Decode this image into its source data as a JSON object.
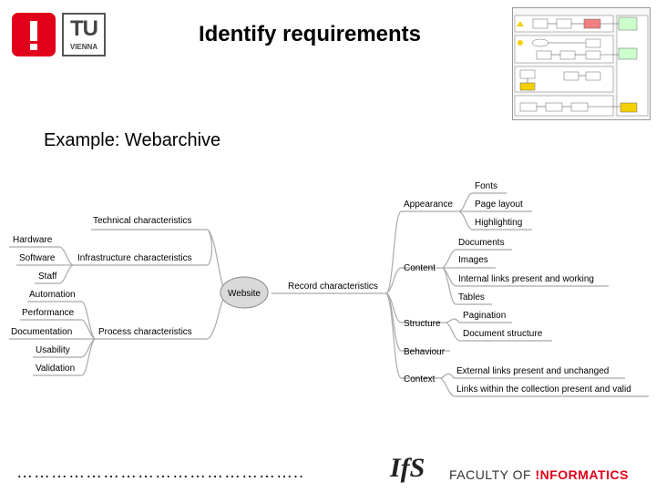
{
  "header": {
    "logo_text": "TU",
    "logo_subtext": "VIENNA",
    "title": "Identify requirements"
  },
  "subtitle": "Example: Webarchive",
  "mindmap": {
    "center": "Website",
    "left": [
      {
        "label": "Technical characteristics",
        "children": [
          {
            "label": "Hardware"
          },
          {
            "label": "Software"
          },
          {
            "label": "Staff"
          }
        ],
        "group_label": "Infrastructure characteristics"
      },
      {
        "label": "Process characteristics",
        "children": [
          {
            "label": "Automation"
          },
          {
            "label": "Performance"
          },
          {
            "label": "Documentation"
          },
          {
            "label": "Usability"
          },
          {
            "label": "Validation"
          }
        ]
      }
    ],
    "right_root": "Record characteristics",
    "right": [
      {
        "label": "Appearance",
        "children": [
          {
            "label": "Fonts"
          },
          {
            "label": "Page layout"
          },
          {
            "label": "Highlighting"
          }
        ]
      },
      {
        "label": "Content",
        "children": [
          {
            "label": "Documents"
          },
          {
            "label": "Images"
          },
          {
            "label": "Internal links present and working"
          },
          {
            "label": "Tables"
          }
        ]
      },
      {
        "label": "Structure",
        "children": [
          {
            "label": "Pagination"
          },
          {
            "label": "Document structure"
          }
        ]
      },
      {
        "label": "Behaviour",
        "children": []
      },
      {
        "label": "Context",
        "children": [
          {
            "label": "External links present and unchanged"
          },
          {
            "label": "Links within the collection present and valid"
          }
        ]
      }
    ]
  },
  "footer": {
    "dots": "…………………………………………..",
    "ifs_logo": "IfS",
    "faculty_word": "FACULTY",
    "of_word": "OF",
    "informatics_word": "!NFORMATICS"
  },
  "colors": {
    "accent": "#e0001a",
    "line": "#a9a9a9",
    "node_fill": "#d9d9d9"
  }
}
